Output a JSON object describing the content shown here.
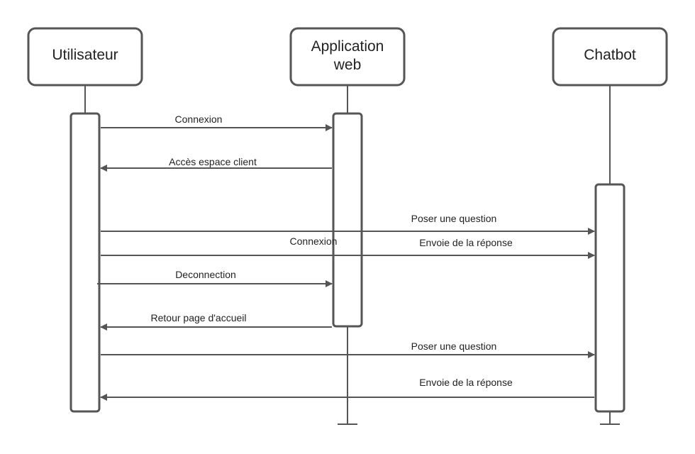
{
  "diagram": {
    "actors": {
      "user": "Utilisateur",
      "app_line1": "Application",
      "app_line2": "web",
      "bot": "Chatbot"
    },
    "messages": [
      "Connexion",
      "Accès espace client",
      "Poser une question",
      "Connexion",
      "Envoie de la réponse",
      "Deconnection",
      "Retour page d'accueil",
      "Poser une question",
      "Envoie de la réponse"
    ]
  },
  "colors": {
    "stroke": "#555555",
    "text": "#222222",
    "background": "#ffffff"
  }
}
